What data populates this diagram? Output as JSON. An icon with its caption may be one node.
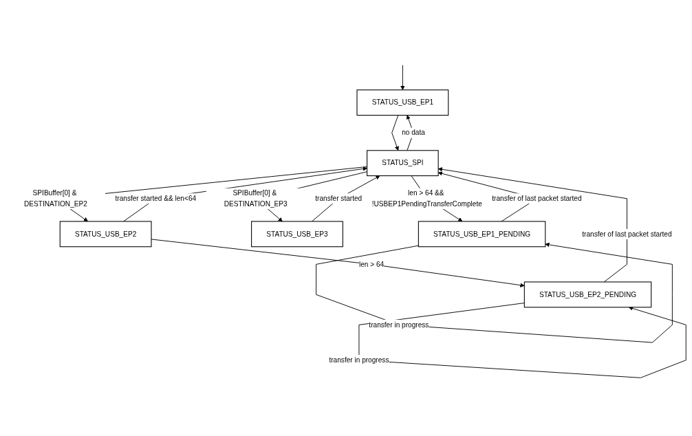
{
  "diagram": {
    "nodes": [
      {
        "text": [
          "STATUS_USB_EP1"
        ]
      },
      {
        "text": [
          "STATUS_USB_EP2"
        ]
      },
      {
        "text": [
          "STATUS_USB_EP2_PENDING"
        ]
      },
      {
        "text": [
          "STATUS_SPI"
        ]
      },
      {
        "text": [
          "STATUS_USB_EP3"
        ]
      },
      {
        "text": [
          "STATUS_USB_EP1_PENDING"
        ]
      }
    ],
    "edges": [
      {
        "from": null,
        "to": 0,
        "arrow": "to"
      },
      {
        "from": 3,
        "to": 0,
        "arrow": "to",
        "label": "no data"
      },
      {
        "from": 0,
        "to": 3,
        "arrow": "to"
      },
      {
        "from": 3,
        "to": 1,
        "arrow": "to",
        "label": "SPIBuffer[0] & DESTINATION_EP2"
      },
      {
        "from": 1,
        "to": 3,
        "arrow": "to",
        "label": "transfer started &&  len<64"
      },
      {
        "from": 1,
        "to": 2,
        "arrow": "to",
        "label": "len > 64"
      },
      {
        "from": 2,
        "to": 3,
        "arrow": "to",
        "label": "transfer of last packet started"
      },
      {
        "from": 2,
        "to": 2,
        "arrow": "to",
        "label": "transfer in progress"
      },
      {
        "from": 3,
        "to": 4,
        "arrow": "to",
        "label": "SPIBuffer[0] & DESTINATION_EP3"
      },
      {
        "from": 4,
        "to": 3,
        "arrow": "to",
        "label": "transfer started"
      },
      {
        "from": 3,
        "to": 5,
        "arrow": "to",
        "label": "len > 64 && !USBEP1PendingTransferComplete"
      },
      {
        "from": 5,
        "to": 3,
        "arrow": "to",
        "label": "transfer of last packet started"
      },
      {
        "from": 5,
        "to": 5,
        "arrow": "to",
        "label": "transfer in progress"
      }
    ]
  }
}
